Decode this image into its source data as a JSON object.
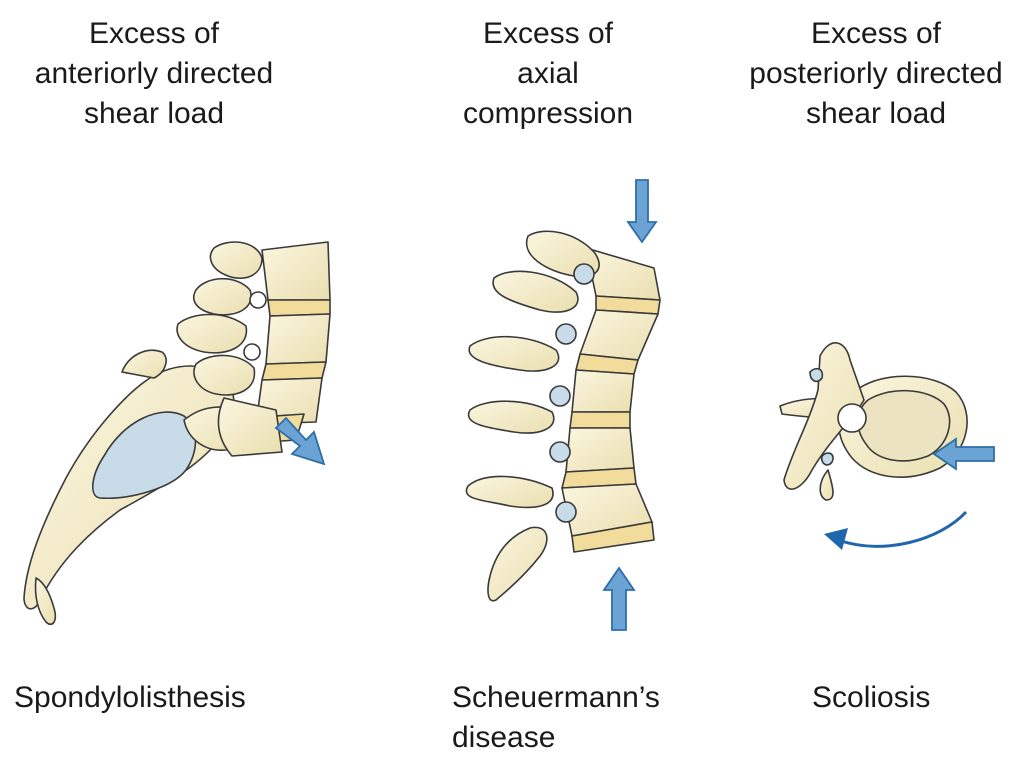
{
  "columns": [
    {
      "top_lines": [
        "Excess of",
        "anteriorly directed",
        "shear load"
      ],
      "bottom_lines": [
        "Spondylolisthesis"
      ]
    },
    {
      "top_lines": [
        "Excess of",
        "axial",
        "compression"
      ],
      "bottom_lines": [
        "Scheuermann’s",
        "disease"
      ]
    },
    {
      "top_lines": [
        "Excess of",
        "posteriorly directed",
        "shear load"
      ],
      "bottom_lines": [
        "Scoliosis"
      ]
    }
  ],
  "colors": {
    "bone_fill": "#f4ecc8",
    "bone_stroke": "#3a3a3a",
    "disc_fill": "#f1dc9b",
    "cartilage_fill": "#c7dbe8",
    "arrow_fill": "#6aa3d4",
    "arrow_stroke": "#2f6fa8",
    "rotation_arrow": "#1f66ad"
  }
}
